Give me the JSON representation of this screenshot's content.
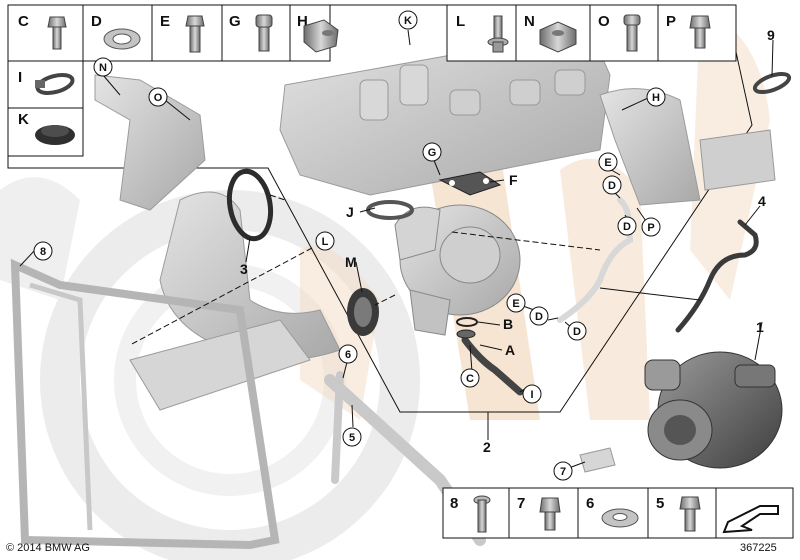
{
  "copyright": "© 2014 BMW AG",
  "diagram_number": "367225",
  "colors": {
    "watermark_beige": "#f3dcc4",
    "watermark_grey": "#e9e9e9",
    "part_grey": "#b9b9b9",
    "part_dark": "#4a4a4a",
    "line": "#111111"
  },
  "top_left_legend": {
    "row1": [
      "C",
      "D",
      "E",
      "G",
      "H"
    ],
    "row2": [
      "I"
    ],
    "row3": [
      "K"
    ]
  },
  "top_right_legend": [
    "L",
    "N",
    "O",
    "P"
  ],
  "bottom_legend": [
    "8",
    "7",
    "6",
    "5"
  ],
  "callouts_circled": {
    "K": "K",
    "N": "N",
    "O": "O",
    "H": "H",
    "G": "G",
    "E1": "E",
    "D1": "D",
    "D2": "D",
    "P": "P",
    "L": "L",
    "n8": "8",
    "E2": "E",
    "D3": "D",
    "D4": "D",
    "C": "C",
    "I": "I",
    "n6": "6",
    "n5": "5",
    "n7": "7"
  },
  "callouts_plain": {
    "F": "F",
    "J": "J",
    "M": "M",
    "B": "B",
    "A": "A",
    "n3": "3",
    "n4": "4",
    "n9": "9",
    "n1": "1",
    "n2": "2"
  }
}
